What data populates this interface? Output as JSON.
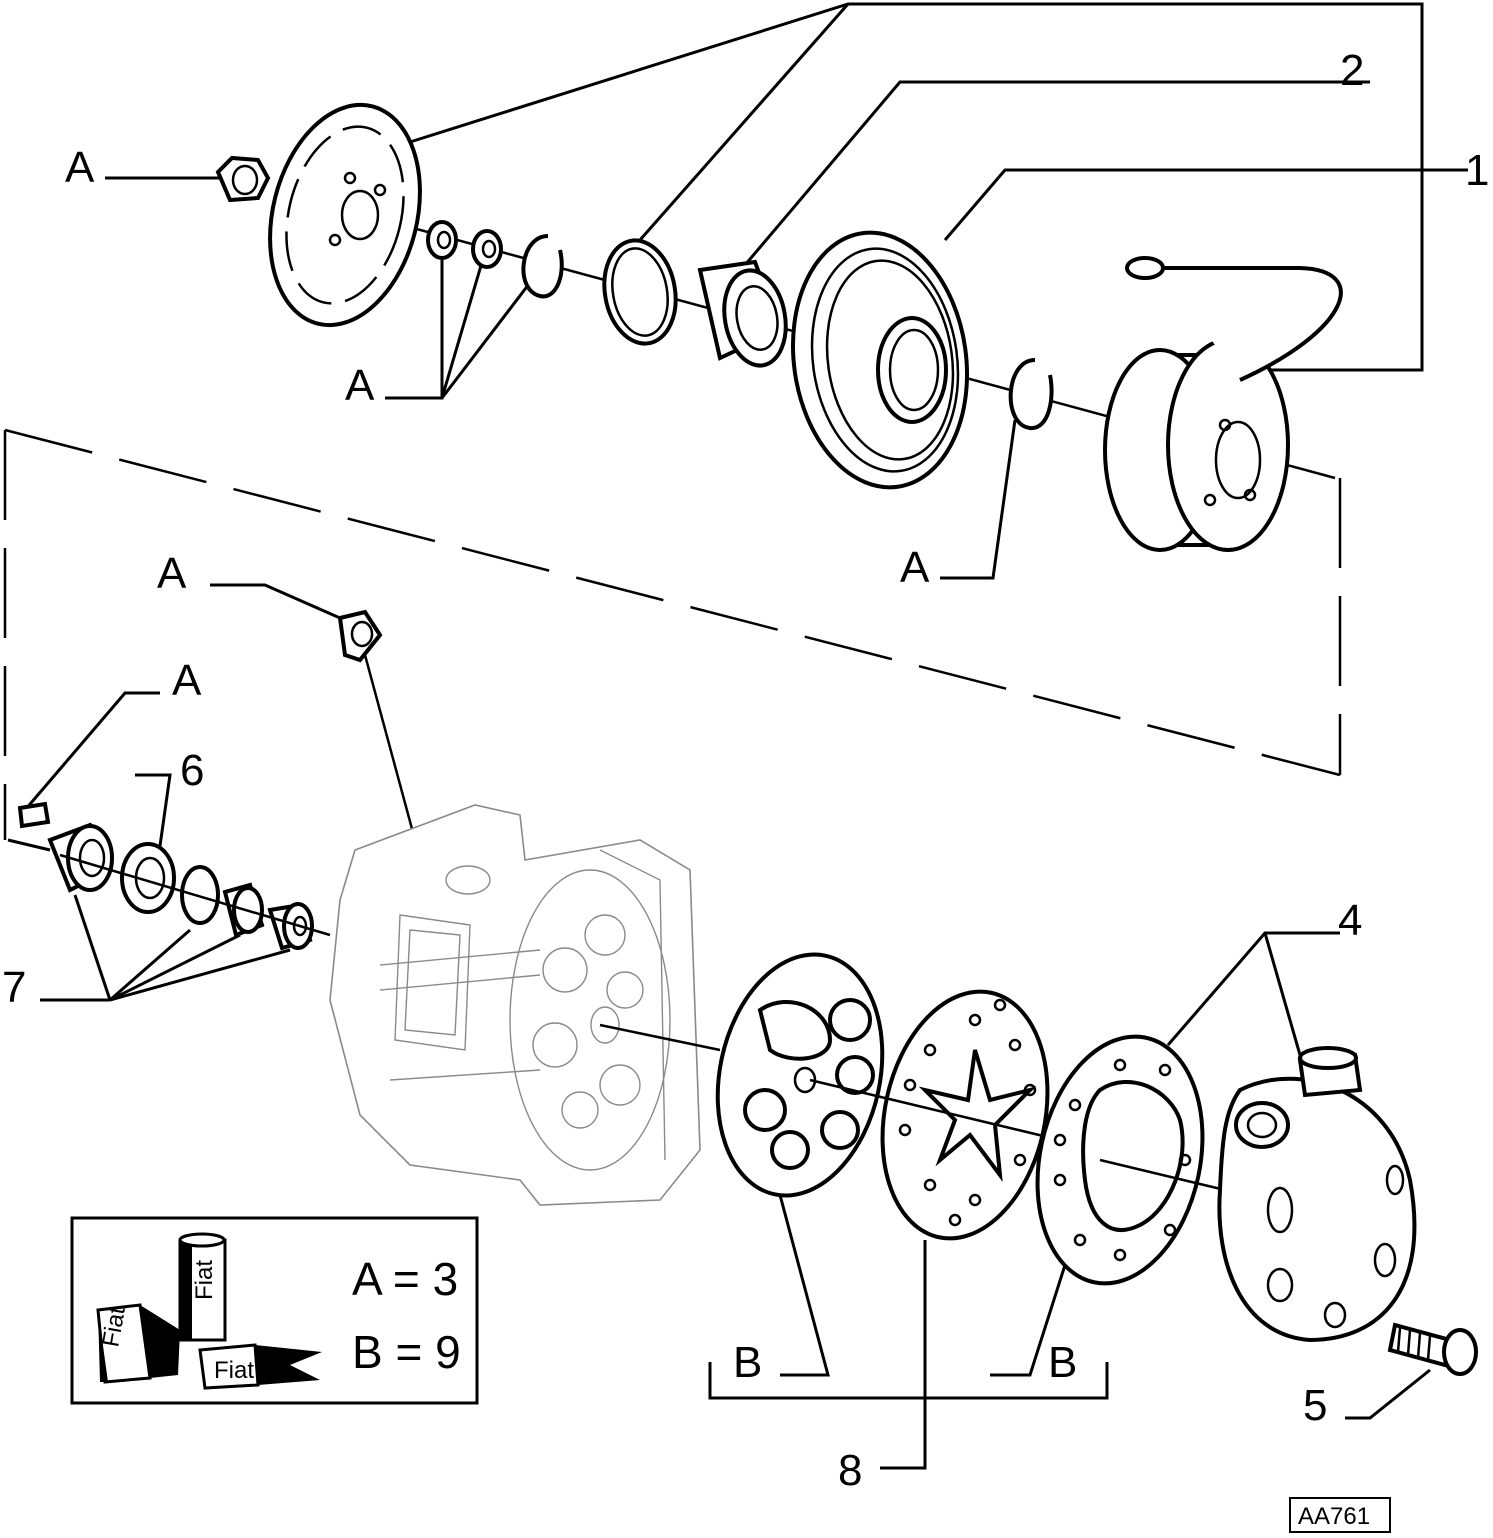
{
  "callouts": {
    "c1": "1",
    "c2": "2",
    "c4": "4",
    "c5": "5",
    "c6": "6",
    "c7": "7",
    "c8": "8",
    "a": "A",
    "b": "B"
  },
  "legend": {
    "line1": "A = 3",
    "line2": "B = 9",
    "brand": "Fiat"
  },
  "reference": "AA761"
}
